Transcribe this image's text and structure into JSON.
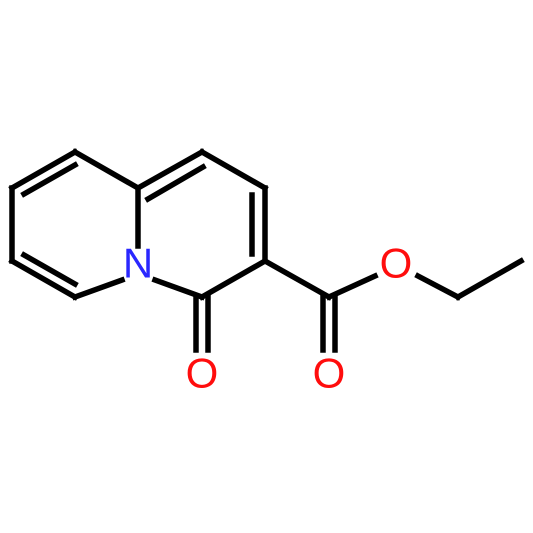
{
  "structure": {
    "atoms": [
      {
        "id": "N1",
        "symbol": "N",
        "color": "#2a27ff"
      },
      {
        "id": "O1",
        "symbol": "O",
        "color": "#ff0d0d"
      },
      {
        "id": "O2",
        "symbol": "O",
        "color": "#ff0d0d"
      },
      {
        "id": "O3",
        "symbol": "O",
        "color": "#ff0d0d"
      }
    ],
    "bond_color": "#000000"
  }
}
